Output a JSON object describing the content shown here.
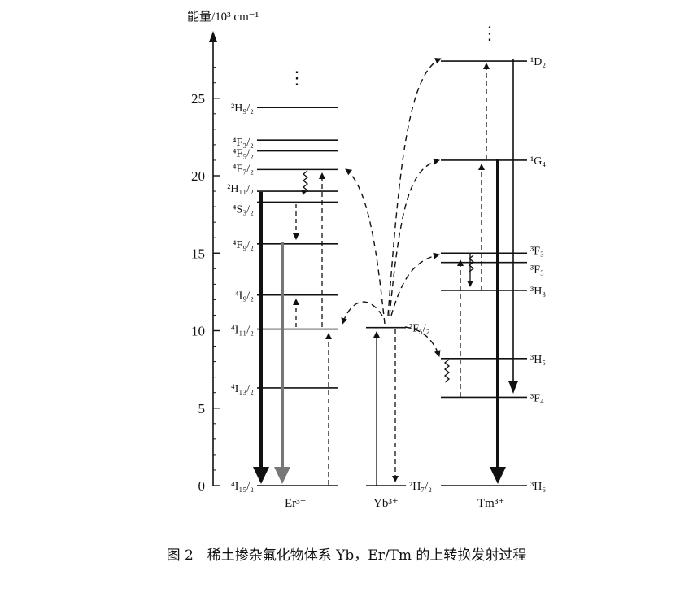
{
  "axis": {
    "label": "能量/10³ cm⁻¹",
    "ticks": [
      {
        "value": 0,
        "label": "0"
      },
      {
        "value": 5,
        "label": "5"
      },
      {
        "value": 10,
        "label": "10"
      },
      {
        "value": 15,
        "label": "15"
      },
      {
        "value": 20,
        "label": "20"
      },
      {
        "value": 25,
        "label": "25"
      }
    ]
  },
  "ions": {
    "er": {
      "label": "Er³⁺"
    },
    "yb": {
      "label": "Yb³⁺"
    },
    "tm": {
      "label": "Tm³⁺"
    }
  },
  "continuation": "⋮",
  "levels": {
    "er": [
      {
        "id": "er_i15",
        "label": "⁴I₁₅/₂",
        "energy": 0
      },
      {
        "id": "er_i13",
        "label": "⁴I₁₃/₂",
        "energy": 6.3
      },
      {
        "id": "er_i11",
        "label": "⁴I₁₁/₂",
        "energy": 10.1
      },
      {
        "id": "er_i9",
        "label": "⁴I₉/₂",
        "energy": 12.3
      },
      {
        "id": "er_f9",
        "label": "⁴F₉/₂",
        "energy": 15.6
      },
      {
        "id": "er_s3",
        "label": "⁴S₃/₂",
        "energy": 18.3
      },
      {
        "id": "er_h11",
        "label": "²H₁₁/₂",
        "energy": 19.0
      },
      {
        "id": "er_f7",
        "label": "⁴F₇/₂",
        "energy": 20.4
      },
      {
        "id": "er_f5",
        "label": "⁴F₅/₂",
        "energy": 21.6
      },
      {
        "id": "er_f3",
        "label": "⁴F₃/₂",
        "energy": 22.3
      },
      {
        "id": "er_h9",
        "label": "²H₉/₂",
        "energy": 24.4
      }
    ],
    "yb": [
      {
        "id": "yb_f7",
        "label": "²H₇/₂",
        "energy": 0
      },
      {
        "id": "yb_f5",
        "label": "²F₅/₂",
        "energy": 10.2
      }
    ],
    "tm": [
      {
        "id": "tm_h6",
        "label": "³H₆",
        "energy": 0
      },
      {
        "id": "tm_f4",
        "label": "³F₄",
        "energy": 5.7
      },
      {
        "id": "tm_h5",
        "label": "³H₅",
        "energy": 8.2
      },
      {
        "id": "tm_h4",
        "label": "³H₃",
        "energy": 12.6
      },
      {
        "id": "tm_f3",
        "label": "³F₃",
        "energy": 14.4
      },
      {
        "id": "tm_f2",
        "label": "³F₃",
        "energy": 15.0
      },
      {
        "id": "tm_g4",
        "label": "¹G₄",
        "energy": 21.0
      },
      {
        "id": "tm_d2",
        "label": "¹D₂",
        "energy": 27.4
      }
    ]
  },
  "caption": "图 2　稀土掺杂氟化物体系 Yb，Er/Tm 的上转换发射过程"
}
